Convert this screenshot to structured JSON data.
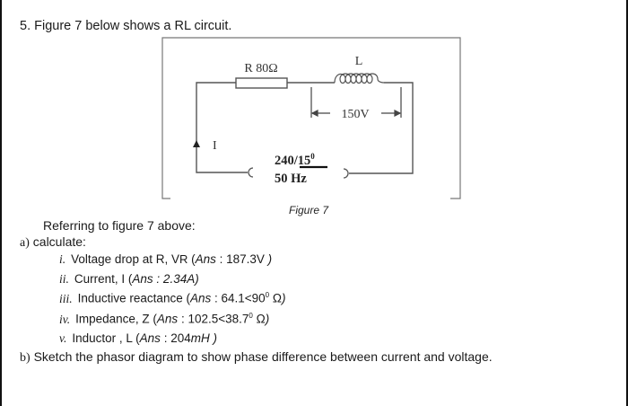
{
  "question": {
    "number": "5.",
    "title": "Figure 7 below shows a RL circuit."
  },
  "figure": {
    "resistor_label": "R 80Ω",
    "inductor_label": "L",
    "inductor_voltage_label": "150V",
    "current_label": "I",
    "source_value": "240/",
    "source_angle": "15",
    "source_angle_sup": "0",
    "source_frequency": "50 Hz",
    "caption": "Figure 7"
  },
  "body": {
    "referring": "Referring to figure 7 above:",
    "part_a_label": "a)",
    "part_a_text": "calculate:",
    "items": [
      {
        "num": "i.",
        "text": "Voltage drop at R, V",
        "sub": "R",
        "ans_prefix": " (",
        "ans_label": "Ans",
        "ans_value": " : 187.3V ",
        "ans_suffix": ")"
      },
      {
        "num": "ii.",
        "text": "Current, I",
        "ans_prefix": " (",
        "ans_label": "Ans : 2.34A",
        "ans_suffix": ")"
      },
      {
        "num": "iii.",
        "text": "Inductive reactance",
        "ans_prefix": " (",
        "ans_label": "Ans",
        "ans_value": " : 64.1<90",
        "ans_sup": "0",
        "ans_unit": " Ω",
        "ans_suffix": ")"
      },
      {
        "num": "iv.",
        "text": "Impedance, Z",
        "ans_prefix": " (",
        "ans_label": "Ans",
        "ans_value": " : 102.5<38.7",
        "ans_sup": "0",
        "ans_unit": " Ω",
        "ans_suffix": ")"
      },
      {
        "num": "v.",
        "text": "Inductor , L",
        "ans_prefix": " (",
        "ans_label": "Ans",
        "ans_value": " : 204",
        "ans_unit": "mH ",
        "ans_suffix": ")"
      }
    ],
    "part_b_label": "b)",
    "part_b_text": "Sketch the phasor diagram to show phase difference between current and voltage."
  }
}
